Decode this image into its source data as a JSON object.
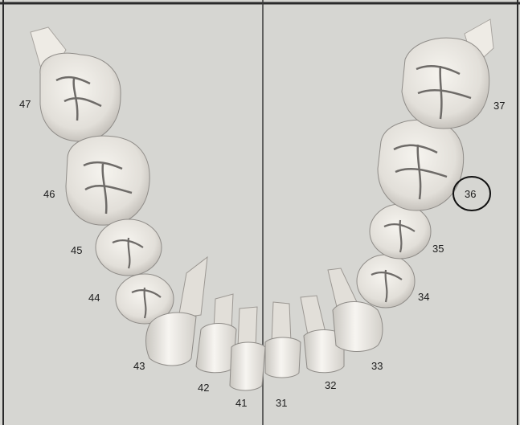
{
  "colors": {
    "background": "#d6d6d2",
    "frame": "#2a2a2a",
    "midline": "#3a3a3a",
    "tooth_fill": "#f3f1ec",
    "tooth_shadow": "#8f8c88",
    "label_text": "#1c1c1c",
    "highlight_circle": "#111111"
  },
  "teeth": {
    "t47": {
      "label": "47",
      "kind": "molar"
    },
    "t46": {
      "label": "46",
      "kind": "molar"
    },
    "t45": {
      "label": "45",
      "kind": "premolar"
    },
    "t44": {
      "label": "44",
      "kind": "premolar"
    },
    "t43": {
      "label": "43",
      "kind": "canine"
    },
    "t42": {
      "label": "42",
      "kind": "incisor"
    },
    "t41": {
      "label": "41",
      "kind": "incisor"
    },
    "t31": {
      "label": "31",
      "kind": "incisor"
    },
    "t32": {
      "label": "32",
      "kind": "incisor"
    },
    "t33": {
      "label": "33",
      "kind": "canine"
    },
    "t34": {
      "label": "34",
      "kind": "premolar"
    },
    "t35": {
      "label": "35",
      "kind": "premolar"
    },
    "t36": {
      "label": "36",
      "kind": "molar",
      "circled": true
    },
    "t37": {
      "label": "37",
      "kind": "molar"
    }
  }
}
